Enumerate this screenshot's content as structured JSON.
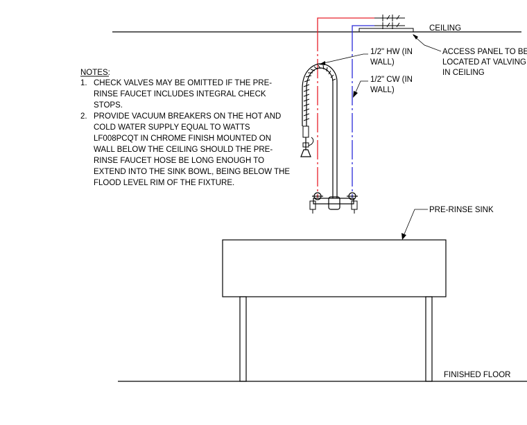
{
  "labels": {
    "ceiling": "CEILING",
    "access_panel": [
      "ACCESS PANEL TO BE",
      "LOCATED AT VALVING",
      "IN CEILING"
    ],
    "hot_water": [
      "1/2\" HW (IN",
      "WALL)"
    ],
    "cold_water": [
      "1/2\" CW (IN",
      "WALL)"
    ],
    "pre_rinse_sink": "PRE-RINSE SINK",
    "finished_floor": "FINISHED FLOOR"
  },
  "notes": {
    "heading": "NOTES:",
    "items": [
      {
        "number": "1.",
        "lines": [
          "CHECK VALVES MAY BE OMITTED IF THE PRE-",
          "RINSE FAUCET INCLUDES INTEGRAL CHECK",
          "STOPS."
        ]
      },
      {
        "number": "2.",
        "lines": [
          "PROVIDE VACUUM BREAKERS ON THE HOT AND",
          "COLD WATER SUPPLY EQUAL TO WATTS",
          "LF008PCQT IN CHROME FINISH MOUNTED ON",
          "WALL BELOW THE CEILING SHOULD THE PRE-",
          "RINSE FAUCET HOSE BE LONG ENOUGH TO",
          "EXTEND INTO THE SINK BOWL, BEING BELOW THE",
          "FLOOD LEVEL RIM OF THE FIXTURE."
        ]
      }
    ]
  },
  "colors": {
    "hot_water_line": "#e8202a",
    "cold_water_line": "#2a2ad8",
    "linework": "#000000"
  }
}
